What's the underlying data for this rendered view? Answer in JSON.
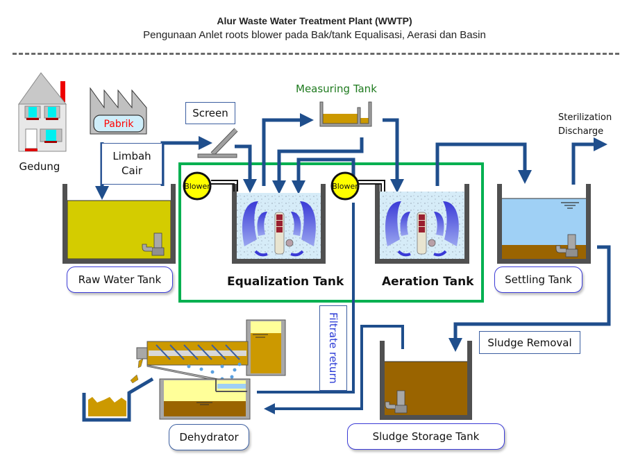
{
  "header": {
    "title": "Alur Waste Water Treatment Plant (WWTP)",
    "subtitle": "Pengunaan Anlet roots blower pada Bak/tank Equalisasi, Aerasi dan Basin"
  },
  "sources": {
    "building_label": "Gedung",
    "factory_label": "Pabrik",
    "wastewater_label_line1": "Limbah",
    "wastewater_label_line2": "Cair"
  },
  "equipment": {
    "screen_label": "Screen",
    "measuring_tank_label": "Measuring Tank",
    "blower_label": "Blower",
    "sterilization_line1": "Sterilization",
    "sterilization_line2": "Discharge",
    "sludge_removal_label": "Sludge Removal",
    "filtrate_return_label": "Filtrate return"
  },
  "tanks": {
    "raw_water": "Raw Water Tank",
    "equalization": "Equalization Tank",
    "aeration": "Aeration Tank",
    "settling": "Settling Tank",
    "sludge_storage": "Sludge Storage Tank",
    "dehydrator": "Dehydrator"
  },
  "colors": {
    "pipe": "#1f4e8c",
    "highlight_box": "#00b050",
    "tank_wall": "#505050",
    "raw_water": "#d4cc00",
    "aeration_water": "#cfe8f7",
    "settling_water": "#9fd0f5",
    "sludge": "#9a6400",
    "blower": "#ffff00",
    "measuring_tank_label": "#1e7a1e",
    "factory_label": "#ff0000",
    "filtrate_text": "#2a3ad6"
  }
}
